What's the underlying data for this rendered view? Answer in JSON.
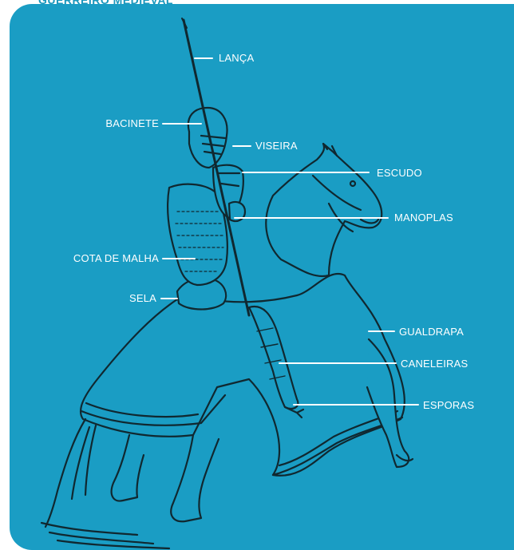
{
  "title": "GUERREIRO MEDIEVAL",
  "colors": {
    "panel": "#1a9dc4",
    "title": "#1a97bd",
    "label": "#ffffff",
    "ink": "#102830"
  },
  "labels": {
    "lanca": "LANÇA",
    "bacinete": "BACINETE",
    "viseira": "VISEIRA",
    "escudo": "ESCUDO",
    "manoplas": "MANOPLAS",
    "cota": "COTA DE MALHA",
    "sela": "SELA",
    "gualdrapa": "GUALDRAPA",
    "caneleiras": "CANELEIRAS",
    "esporas": "ESPORAS"
  }
}
